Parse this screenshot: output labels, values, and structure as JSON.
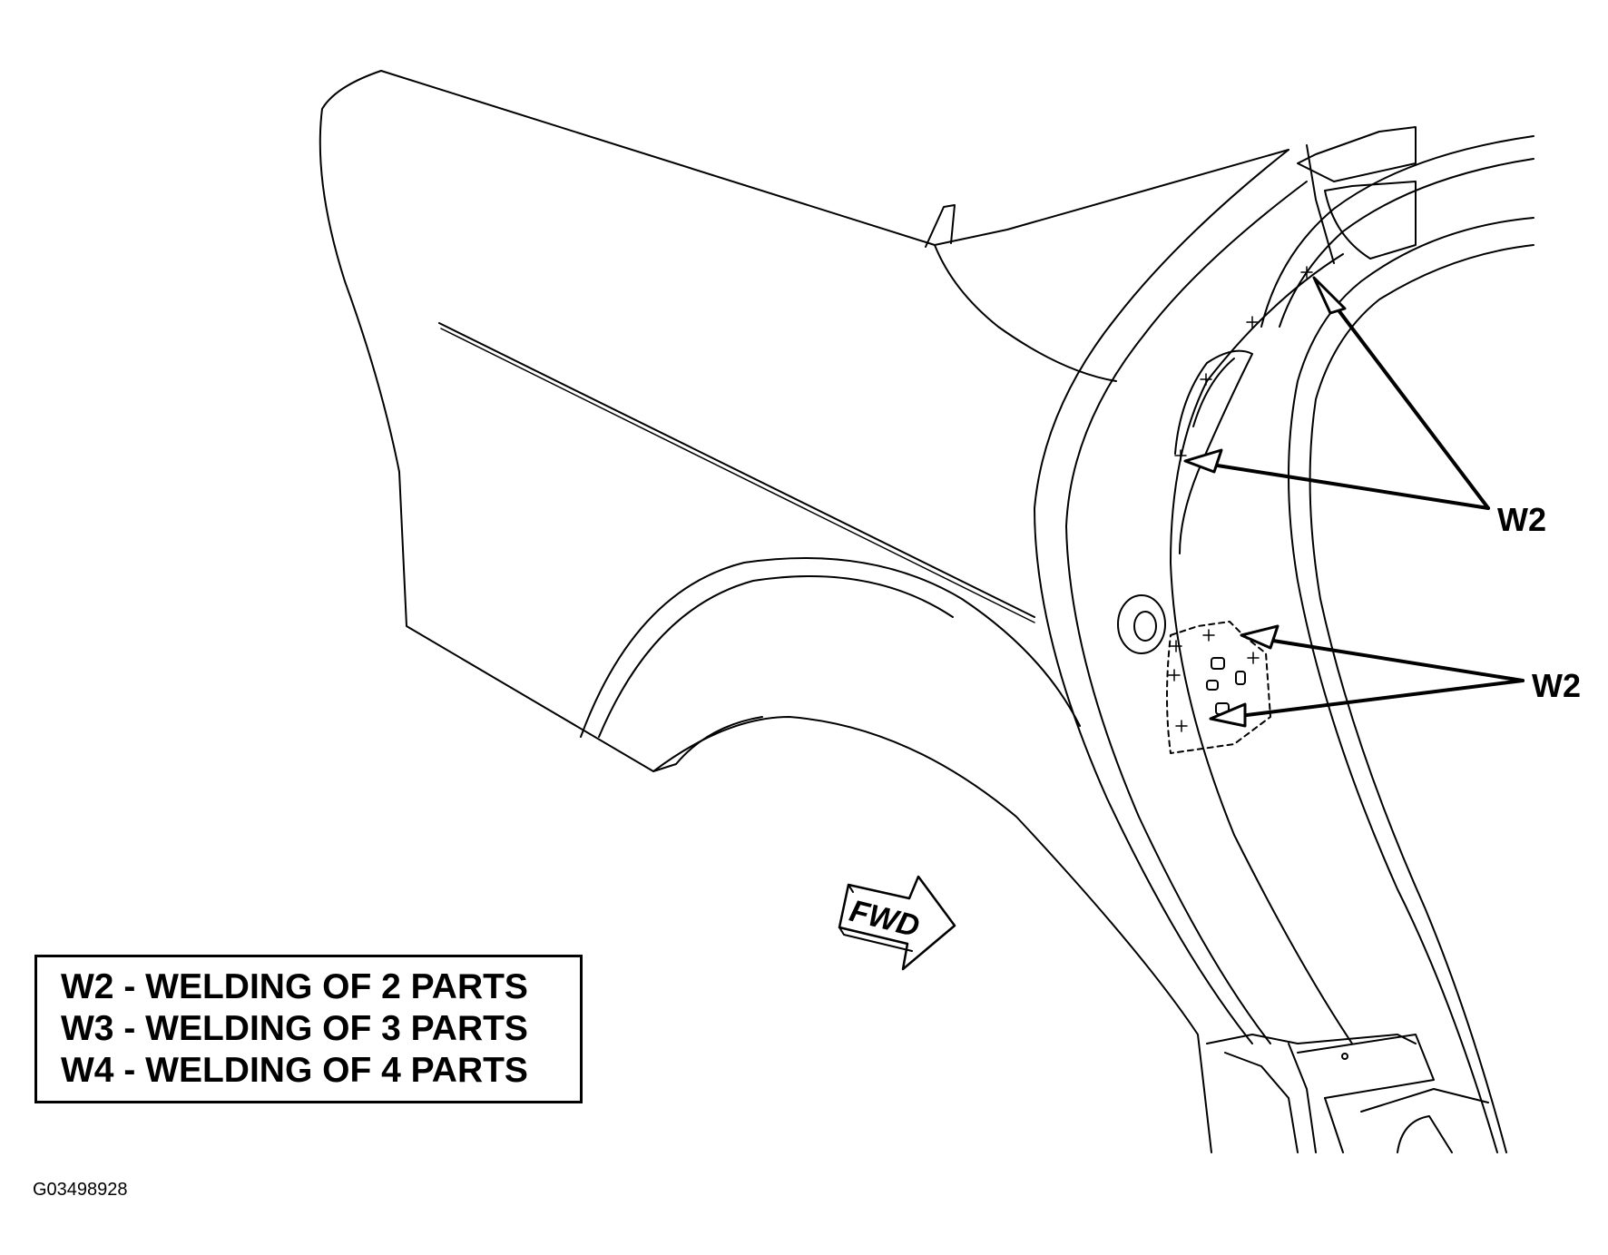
{
  "callouts": [
    {
      "label": "W2"
    },
    {
      "label": "W2"
    }
  ],
  "direction_arrow": {
    "label": "FWD"
  },
  "legend": {
    "rows": [
      "W2 - WELDING OF 2 PARTS",
      "W3 - WELDING OF 3 PARTS",
      "W4 - WELDING OF 4 PARTS"
    ]
  },
  "figure_id": "G03498928",
  "colors": {
    "line": "#000000",
    "background": "#ffffff"
  }
}
